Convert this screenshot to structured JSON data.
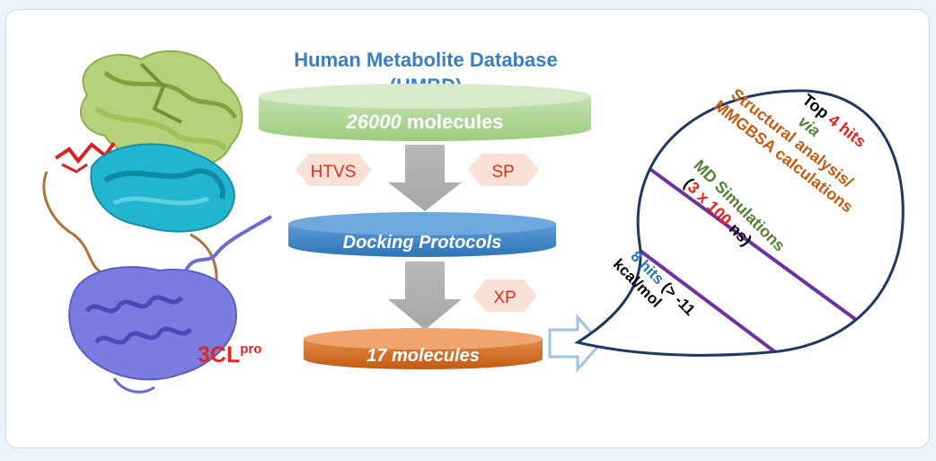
{
  "title_line1": "Human Metabolite Database",
  "title_line2": "(HMBD)",
  "disk_top": {
    "count": "26000",
    "label": " molecules"
  },
  "hex_htvs": "HTVS",
  "hex_sp": "SP",
  "disk_mid": "Docking Protocols",
  "hex_xp": "XP",
  "disk_bottom": "17 molecules",
  "protein": {
    "label": "3CL",
    "superscript": "pro"
  },
  "drop": {
    "s1": {
      "top": "Top ",
      "num": "4",
      "hits": " hits",
      "via": "via",
      "l3": "Structural analysis/",
      "l4": "MMGBSA calculations"
    },
    "s2": {
      "l1": "MD Simulations",
      "open": "(",
      "num": "3 x 100",
      "ns": " ns)"
    },
    "s3": {
      "num": "8",
      "hits": " hits",
      "paren": " (> -11",
      "unit": "kcal/mol"
    }
  },
  "colors": {
    "title": "#3a7ec2",
    "disk_green": "#a9d08e",
    "disk_blue": "#2e74b5",
    "disk_orange": "#c55a11",
    "hex_fill": "#fbe0d6",
    "hex_text": "#e03025",
    "red": "#e8231f",
    "drop_stroke": "#1f3864",
    "divider": "#7030a0",
    "green_text": "#548235",
    "orange_text": "#c55a11",
    "blue_text": "#2e75b6"
  },
  "icons": [
    "protein-structure-icon",
    "down-arrow-icon",
    "right-arrow-icon"
  ]
}
